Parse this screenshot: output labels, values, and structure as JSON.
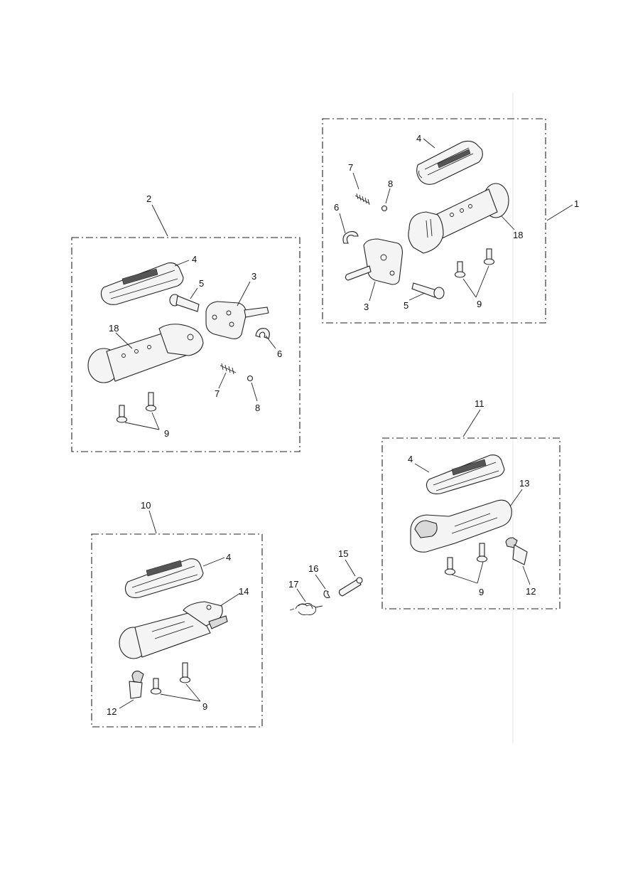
{
  "callouts": {
    "assembly_1": "1",
    "assembly_2": "2",
    "assembly_10": "10",
    "assembly_11": "11",
    "a1_4": "4",
    "a1_7": "7",
    "a1_8": "8",
    "a1_6": "6",
    "a1_18": "18",
    "a1_3": "3",
    "a1_5": "5",
    "a1_9": "9",
    "a2_4": "4",
    "a2_5": "5",
    "a2_3": "3",
    "a2_18": "18",
    "a2_6": "6",
    "a2_7": "7",
    "a2_8": "8",
    "a2_9": "9",
    "a11_4": "4",
    "a11_13": "13",
    "a11_9": "9",
    "a11_12": "12",
    "a10_4": "4",
    "a10_14": "14",
    "a10_12": "12",
    "a10_9": "9",
    "loose_15": "15",
    "loose_16": "16",
    "loose_17": "17"
  }
}
